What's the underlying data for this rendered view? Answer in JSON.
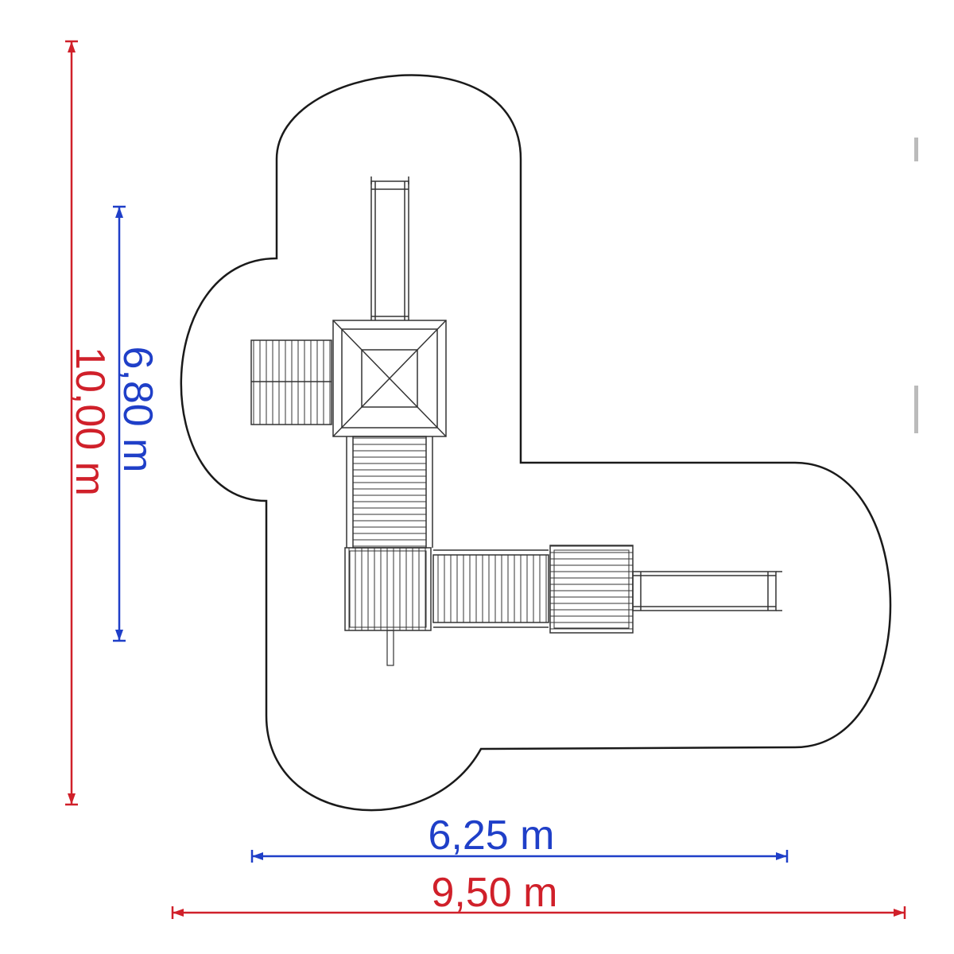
{
  "dimensions": {
    "total_width": {
      "label": "9,50 m",
      "color": "#d0202a"
    },
    "equipment_width": {
      "label": "6,25 m",
      "color": "#1f3fc8"
    },
    "total_height": {
      "label": "10,00 m",
      "color": "#d0202a"
    },
    "equipment_height": {
      "label": "6,80 m",
      "color": "#1f3fc8"
    }
  },
  "colors": {
    "outline": "#1a1a1a",
    "structure": "#333333"
  }
}
